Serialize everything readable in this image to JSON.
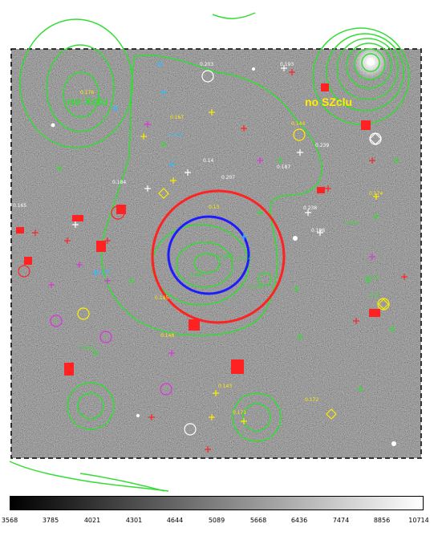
{
  "labels": {
    "no_xclu": "no Xclu",
    "no_szclu": "no SZclu"
  },
  "colorbar": {
    "ticks": [
      "3568",
      "3785",
      "4021",
      "4301",
      "4644",
      "5089",
      "5668",
      "6436",
      "7474",
      "8856",
      "10714"
    ]
  },
  "colors": {
    "green": "#33dd33",
    "red": "#ff2222",
    "blue": "#1c1cff",
    "yellow": "#ffee00",
    "magenta": "#dd33dd",
    "cyan": "#33bbff",
    "white": "#ffffff"
  },
  "redshift_labels": [
    "0.203",
    "0.193",
    "0.176",
    "0.167",
    "0.144",
    "0.239",
    "0.14",
    "0.207",
    "0.187",
    "0.165",
    "0.184",
    "0.196",
    "0.238",
    "0.13",
    "0.145",
    "0.174",
    "0.143",
    "0.171",
    "0.172",
    "0.155",
    "0.114",
    "0.0968",
    "0.105",
    "0.079",
    "0.067",
    "0.084",
    "0.148",
    "0.112",
    "0.093",
    "0.07"
  ]
}
